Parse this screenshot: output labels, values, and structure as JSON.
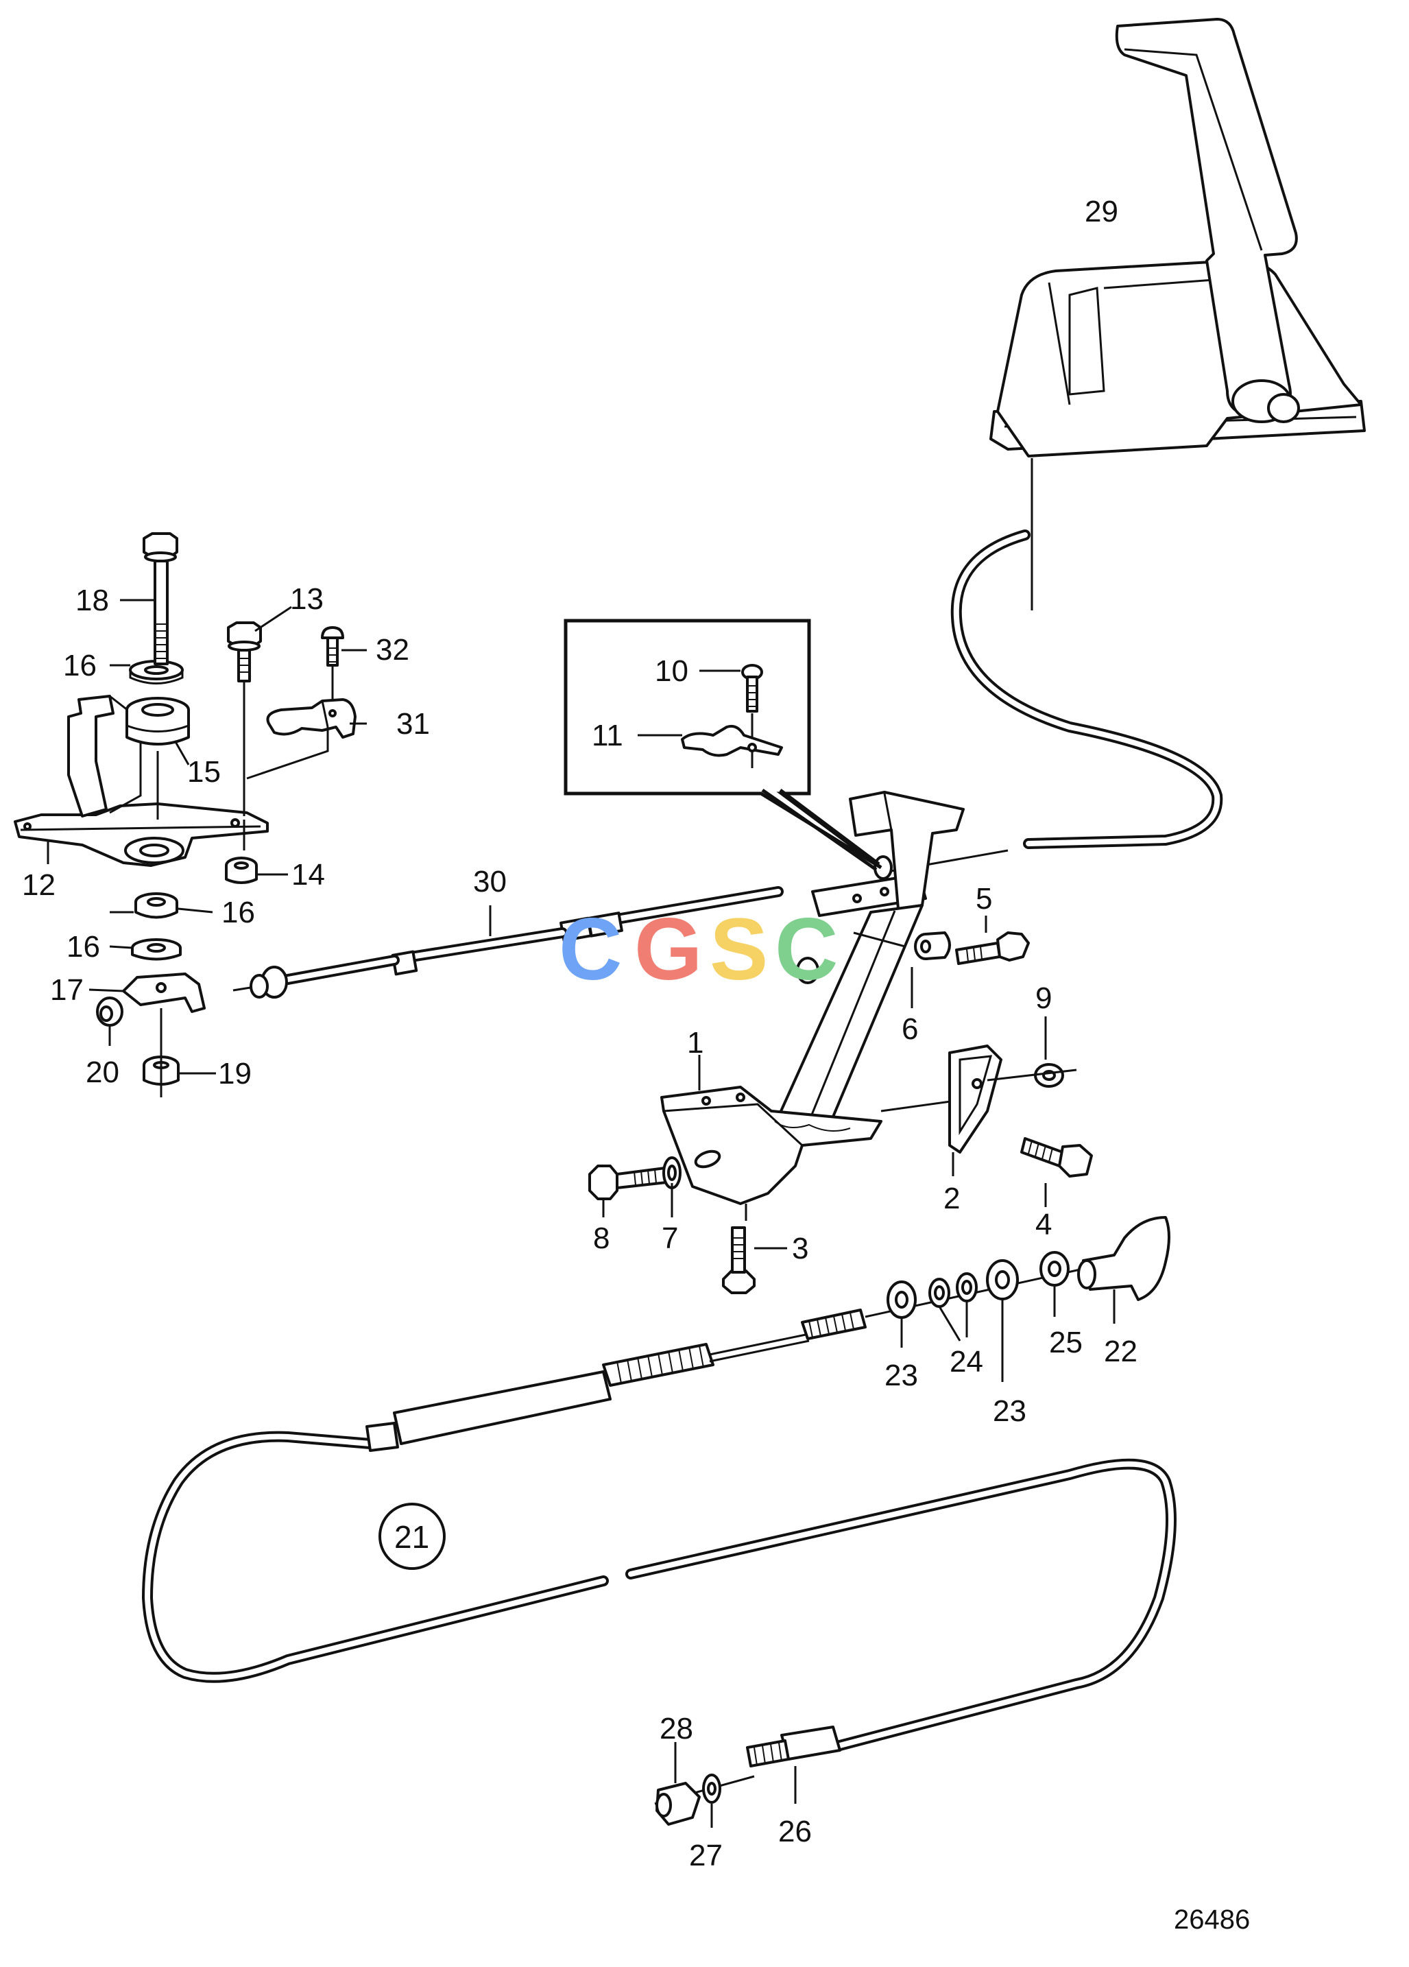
{
  "diagram": {
    "labels": {
      "l1": "1",
      "l2": "2",
      "l3": "3",
      "l4": "4",
      "l5": "5",
      "l6": "6",
      "l7": "7",
      "l8": "8",
      "l9": "9",
      "l10": "10",
      "l11": "11",
      "l12": "12",
      "l13": "13",
      "l14": "14",
      "l15": "15",
      "l16a": "16",
      "l16b": "16",
      "l16c": "16",
      "l17": "17",
      "l18": "18",
      "l19": "19",
      "l20": "20",
      "l21": "21",
      "l22": "22",
      "l23a": "23",
      "l23b": "23",
      "l24": "24",
      "l25": "25",
      "l26": "26",
      "l27": "27",
      "l28": "28",
      "l29": "29",
      "l30": "30",
      "l31": "31",
      "l32": "32"
    },
    "document_number": "26486",
    "watermark": {
      "letters": [
        "C",
        "G",
        "S",
        "C"
      ],
      "colors": [
        "#6ea3f5",
        "#f07e72",
        "#f6d264",
        "#7fcf8e"
      ]
    }
  }
}
